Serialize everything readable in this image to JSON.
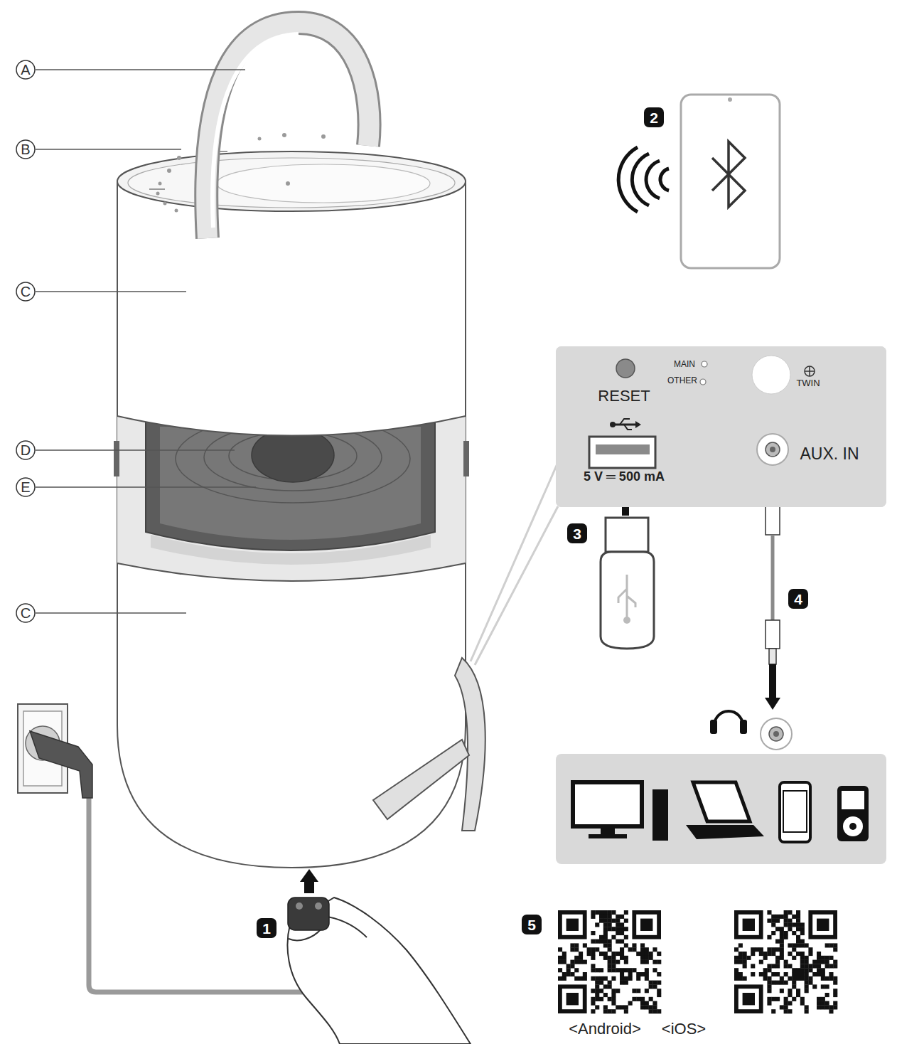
{
  "diagram": {
    "nodes": [
      {
        "text": [
          "RESET",
          "MAIN",
          "OTHER",
          "TWIN",
          "5 V ═ 500 mA",
          "AUX. IN"
        ]
      }
    ],
    "labels": [
      "A",
      "B",
      "2",
      "C",
      "D",
      "E",
      "3",
      "4",
      "C",
      "1",
      "5",
      "<Android>",
      "<iOS>"
    ]
  }
}
